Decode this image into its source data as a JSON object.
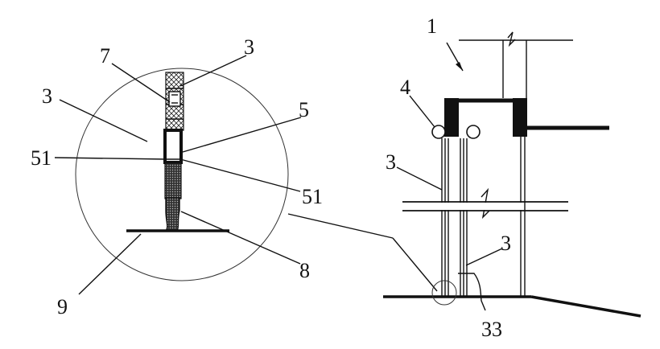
{
  "labels": {
    "l1": "1",
    "l3_top": "3",
    "l7": "7",
    "l3_left": "3",
    "l5": "5",
    "l51_left": "51",
    "l51_right": "51",
    "l8": "8",
    "l9": "9",
    "l4": "4",
    "l3_mid": "3",
    "l3_low": "3",
    "l33": "33"
  },
  "colors": {
    "ink": "#111111",
    "background": "#ffffff"
  }
}
